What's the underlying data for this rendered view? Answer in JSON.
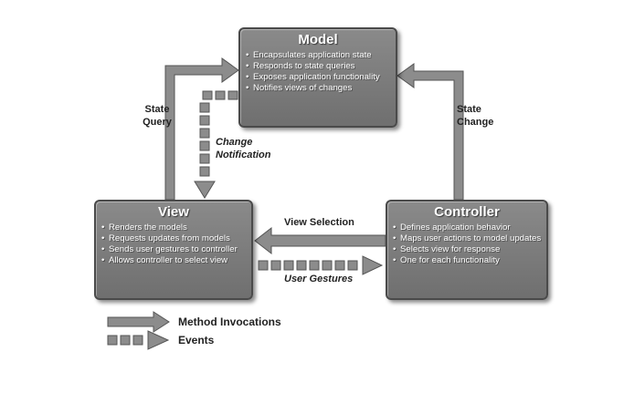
{
  "model": {
    "title": "Model",
    "items": [
      "Encapsulates application state",
      "Responds to state queries",
      "Exposes application functionality",
      "Notifies views of changes"
    ]
  },
  "view": {
    "title": "View",
    "items": [
      "Renders the models",
      "Requests updates from models",
      "Sends user gestures to controller",
      "Allows controller to select view"
    ]
  },
  "controller": {
    "title": "Controller",
    "items": [
      "Defines application behavior",
      "Maps user actions to model updates",
      "Selects view for response",
      "One for each functionality"
    ]
  },
  "arrows": {
    "state_query": "State Query",
    "state_change": "State Change",
    "change_notification": "Change Notification",
    "view_selection": "View Selection",
    "user_gestures": "User Gestures"
  },
  "legend": {
    "method_invocations": "Method Invocations",
    "events": "Events"
  },
  "colors": {
    "arrow_fill": "#8c8c8c",
    "arrow_stroke": "#555555",
    "box_fill": "#7d7d7d"
  }
}
